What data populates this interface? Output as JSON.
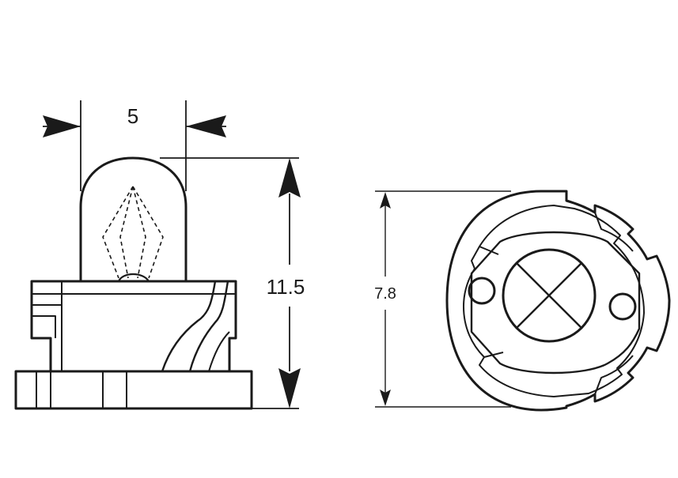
{
  "dimensions": {
    "width": "5",
    "height": "11.5",
    "diameter": "7.8"
  },
  "colors": {
    "line": "#1a1a1a",
    "background": "#ffffff"
  }
}
